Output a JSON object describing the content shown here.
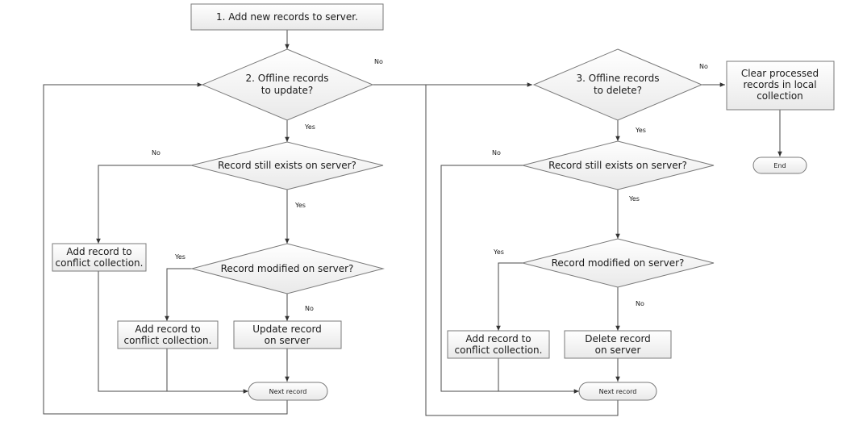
{
  "diagram": {
    "nodes": {
      "step1": "1. Add new records to server.",
      "step2": [
        "2. Offline records",
        "to update?"
      ],
      "exists_u": "Record still exists on server?",
      "conflict_u1": [
        "Add record to",
        "conflict collection."
      ],
      "modified_u": "Record modified on server?",
      "conflict_u2": [
        "Add record to",
        "conflict collection."
      ],
      "update": [
        "Update record",
        "on server"
      ],
      "next_u": "Next record",
      "step3": [
        "3. Offline records",
        "to delete?"
      ],
      "clear": [
        "Clear processed",
        "records in local",
        "collection"
      ],
      "end": "End",
      "exists_d": "Record still exists on server?",
      "modified_d": "Record modified on server?",
      "conflict_d": [
        "Add record to",
        "conflict collection."
      ],
      "delete": [
        "Delete record",
        "on server"
      ],
      "next_d": "Next record"
    },
    "edge_labels": {
      "no_step2": "No",
      "yes_step2": "Yes",
      "no_exists_u": "No",
      "yes_exists_u": "Yes",
      "yes_modified_u": "Yes",
      "no_modified_u": "No",
      "no_step3": "No",
      "yes_step3": "Yes",
      "no_exists_d": "No",
      "yes_exists_d": "Yes",
      "yes_modified_d": "Yes",
      "no_modified_d": "No"
    }
  }
}
